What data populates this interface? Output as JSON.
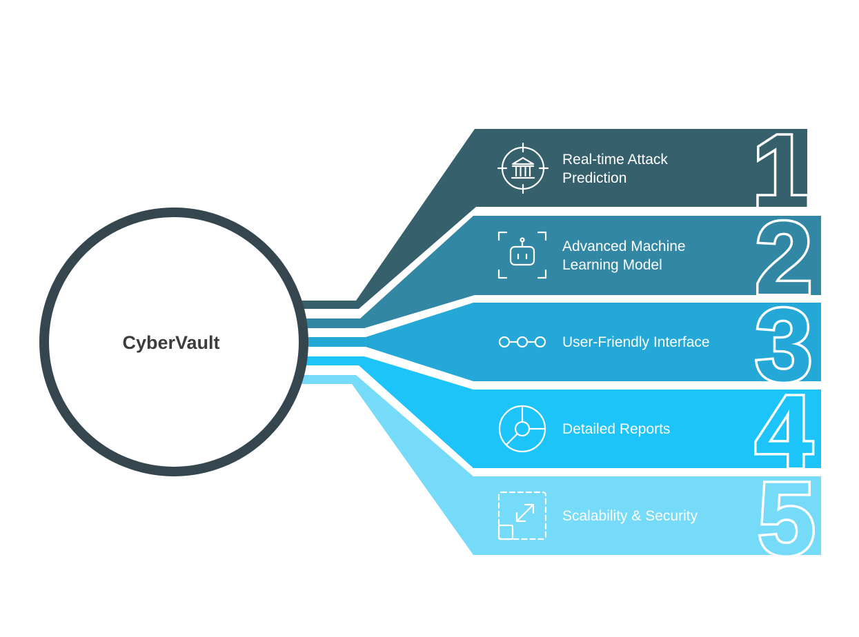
{
  "center": {
    "label": "CyberVault",
    "ring_color": "#36464f"
  },
  "items": [
    {
      "number": "1",
      "label_lines": [
        "Real-time Attack",
        "Prediction"
      ],
      "icon": "bank-target-icon",
      "color": "#37606d"
    },
    {
      "number": "2",
      "label_lines": [
        "Advanced Machine",
        "Learning Model"
      ],
      "icon": "robot-face-icon",
      "color": "#3287a4"
    },
    {
      "number": "3",
      "label_lines": [
        "User-Friendly Interface"
      ],
      "icon": "connected-nodes-icon",
      "color": "#23a8d8"
    },
    {
      "number": "4",
      "label_lines": [
        "Detailed Reports"
      ],
      "icon": "pie-chart-icon",
      "color": "#1cc4fa"
    },
    {
      "number": "5",
      "label_lines": [
        "Scalability & Security"
      ],
      "icon": "expand-arrows-icon",
      "color": "#76daf9"
    }
  ]
}
